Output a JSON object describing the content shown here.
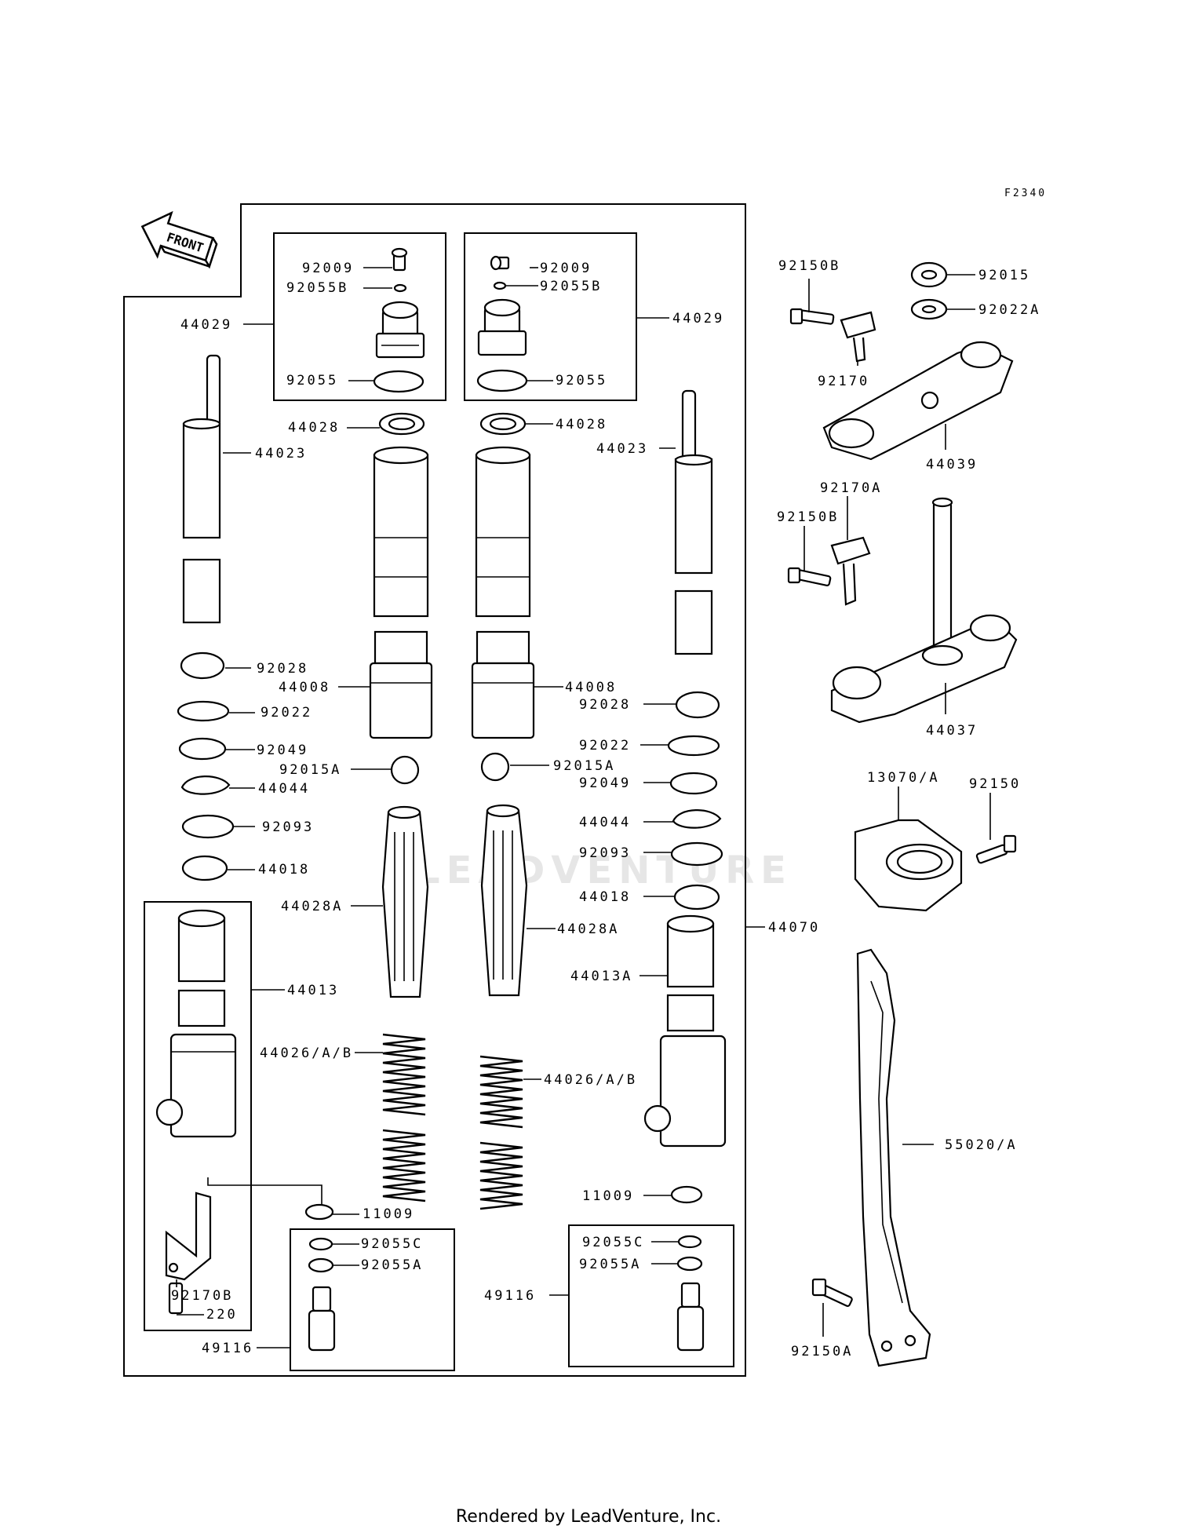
{
  "diagram_code": "F2340",
  "front_label": "FRONT",
  "footer": "Rendered by LeadVenture, Inc.",
  "watermark": "LEADVENTURE",
  "labels": {
    "l_92009_l": "92009",
    "l_92055b_l": "92055B",
    "l_44029_l": "44029",
    "l_92055_l": "92055",
    "l_44028_l": "44028",
    "l_44023_l": "44023",
    "l_92028_l": "92028",
    "l_44008_l": "44008",
    "l_92022_l": "92022",
    "l_92049_l": "92049",
    "l_92015a_l": "92015A",
    "l_44044_l": "44044",
    "l_92093_l": "92093",
    "l_44018_l": "44018",
    "l_44028a_l": "44028A",
    "l_44013": "44013",
    "l_44026_l": "44026/A/B",
    "l_11009_l": "11009",
    "l_92170b": "92170B",
    "l_220": "220",
    "l_92055c_l": "92055C",
    "l_92055a_l": "92055A",
    "l_49116_l": "49116",
    "l_92009_r": "92009",
    "l_92055b_r": "92055B",
    "l_44029_r": "44029",
    "l_92055_r": "92055",
    "l_44028_r": "44028",
    "l_44023_r": "44023",
    "l_44008_r": "44008",
    "l_92028_r": "92028",
    "l_92022_r": "92022",
    "l_92015a_r": "92015A",
    "l_92049_r": "92049",
    "l_44044_r": "44044",
    "l_92093_r": "92093",
    "l_44018_r": "44018",
    "l_44028a_r": "44028A",
    "l_44070": "44070",
    "l_44013a": "44013A",
    "l_44026_r": "44026/A/B",
    "l_11009_r": "11009",
    "l_92055c_r": "92055C",
    "l_92055a_r": "92055A",
    "l_49116_r": "49116",
    "l_92150b_1": "92150B",
    "l_92015": "92015",
    "l_92022a": "92022A",
    "l_92170": "92170",
    "l_44039": "44039",
    "l_92170a": "92170A",
    "l_92150b_2": "92150B",
    "l_44037": "44037",
    "l_13070": "13070/A",
    "l_92150": "92150",
    "l_55020": "55020/A",
    "l_92150a": "92150A"
  }
}
